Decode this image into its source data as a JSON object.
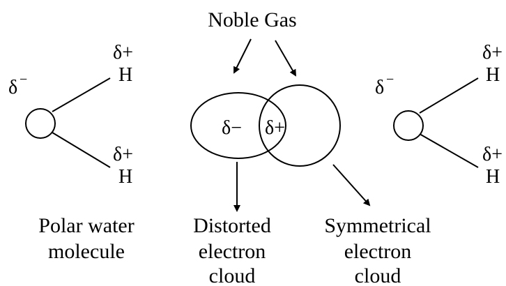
{
  "title": "Noble Gas",
  "left_molecule": {
    "delta_minus_symbol": "δ",
    "delta_minus_sup": "−",
    "top_charge": "δ+",
    "top_atom": "H",
    "bottom_charge": "δ+",
    "bottom_atom": "H",
    "caption_line1": "Polar water",
    "caption_line2": "molecule"
  },
  "noble_gas": {
    "distorted_charge": "δ−",
    "symmetric_charge": "δ+",
    "distorted_label_line1": "Distorted",
    "distorted_label_line2": "electron",
    "distorted_label_line3": "cloud",
    "symmetric_label_line1": "Symmetrical",
    "symmetric_label_line2": "electron",
    "symmetric_label_line3": "cloud"
  },
  "right_molecule": {
    "delta_minus_symbol": "δ",
    "delta_minus_sup": "−",
    "top_charge": "δ+",
    "top_atom": "H",
    "bottom_charge": "δ+",
    "bottom_atom": "H"
  }
}
